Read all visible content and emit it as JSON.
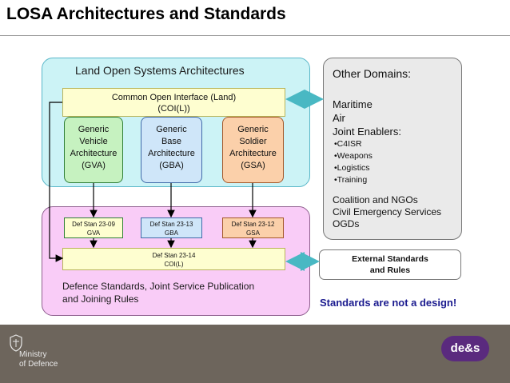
{
  "title": "LOSA Architectures and Standards",
  "land": {
    "title": "Land Open Systems Architectures",
    "coi_line1": "Common Open Interface (Land)",
    "coi_line2": "(COI(L))",
    "generic": [
      {
        "l1": "Generic",
        "l2": "Vehicle",
        "l3": "Architecture",
        "l4": "(GVA)",
        "fill": "#c6f2c0"
      },
      {
        "l1": "Generic",
        "l2": "Base",
        "l3": "Architecture",
        "l4": "(GBA)",
        "fill": "#cfe6f9"
      },
      {
        "l1": "Generic",
        "l2": "Soldier",
        "l3": "Architecture",
        "l4": "(GSA)",
        "fill": "#fbd0aa"
      }
    ]
  },
  "defence": {
    "standards": [
      {
        "l1": "Def Stan 23-09",
        "l2": "GVA"
      },
      {
        "l1": "Def Stan 23-13",
        "l2": "GBA"
      },
      {
        "l1": "Def Stan 23-12",
        "l2": "GSA"
      }
    ],
    "coi_line1": "Def Stan 23-14",
    "coi_line2": "COI(L)",
    "text_line1": "Defence Standards, Joint Service Publication",
    "text_line2": "and Joining Rules"
  },
  "other": {
    "title": "Other Domains:",
    "items": [
      "Maritime",
      "Air",
      "Joint Enablers:"
    ],
    "sub_items": [
      "•C4ISR",
      "•Weapons",
      "•Logistics",
      "•Training"
    ],
    "items2": [
      "Coalition and NGOs",
      "Civil Emergency Services",
      "OGDs"
    ]
  },
  "external": {
    "line1": "External Standards",
    "line2": "and Rules"
  },
  "statement": "Standards are not a design!",
  "footer": {
    "line1": "Ministry",
    "line2": "of Defence",
    "logo": "de&s"
  },
  "colors": {
    "arrow": "#49b8c3",
    "footer": "#6d655c",
    "logo_bg": "#5a2a7e"
  }
}
